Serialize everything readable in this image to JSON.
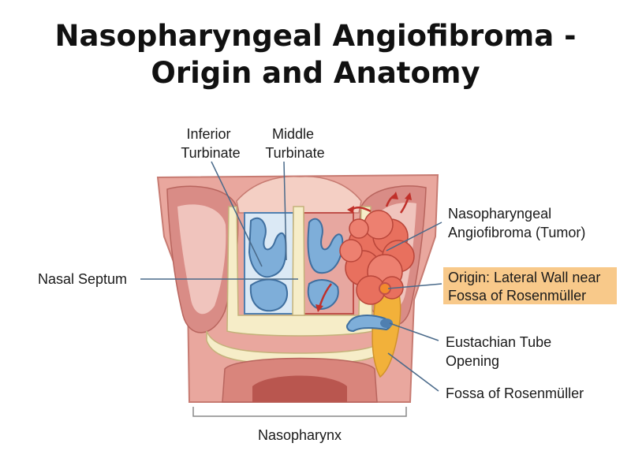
{
  "title": {
    "line1": "Nasopharyngeal Angiofibroma -",
    "line2": "Origin and Anatomy"
  },
  "labels": {
    "inferior_turbinate": [
      "Inferior",
      "Turbinate"
    ],
    "middle_turbinate": [
      "Middle",
      "Turbinate"
    ],
    "nasal_septum": "Nasal Septum",
    "tumor": [
      "Nasopharyngeal",
      "Angiofibroma (Tumor)"
    ],
    "origin": [
      "Origin: Lateral Wall near",
      "Fossa of Rosenmüller"
    ],
    "eustachian": [
      "Eustachian Tube",
      "Opening"
    ],
    "fossa": "Fossa of Rosenmüller",
    "nasopharynx": "Nasopharynx"
  },
  "colors": {
    "highlight": "#f8c98a",
    "tumor": "#e8705e",
    "turbinate": "#7eaed9",
    "bone": "#f6edc8",
    "tissue": "#e9a79e",
    "fossa": "#f2b13a"
  }
}
